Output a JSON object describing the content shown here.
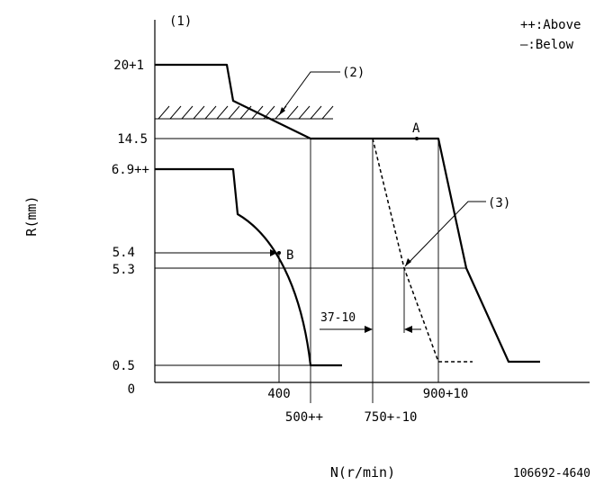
{
  "labels": {
    "note1": "(1)",
    "note2": "(2)",
    "note3": "(3)",
    "legend_above": "++:Above",
    "legend_below": "—:Below",
    "y_axis": "R(mm)",
    "x_axis": "N(r/min)",
    "doc_id": "106692-4640",
    "point_a": "A",
    "point_b": "B",
    "dim": "37-10"
  },
  "y_ticks": [
    "20+1",
    "14.5",
    "6.9++",
    "5.4",
    "5.3",
    "0.5",
    "0"
  ],
  "x_ticks": [
    "400",
    "500++",
    "750+-10",
    "900+10"
  ]
}
